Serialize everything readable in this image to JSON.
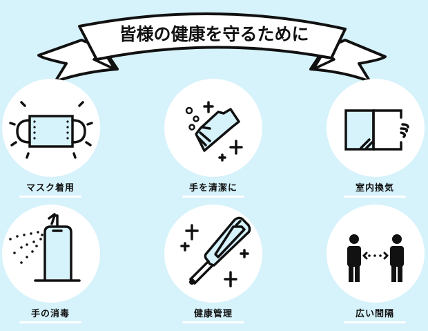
{
  "banner": {
    "title": "皆様の健康を守るために"
  },
  "colors": {
    "background": "#d6f2fb",
    "circle": "#ffffff",
    "stroke": "#111111",
    "accent_fill": "#d6f2fb"
  },
  "items": [
    {
      "label": "マスク着用",
      "icon": "face-mask-icon"
    },
    {
      "label": "手を清潔に",
      "icon": "hand-washing-icon"
    },
    {
      "label": "室内換気",
      "icon": "window-ventilation-icon"
    },
    {
      "label": "手の消毒",
      "icon": "sanitizer-spray-icon"
    },
    {
      "label": "健康管理",
      "icon": "thermometer-icon"
    },
    {
      "label": "広い間隔",
      "icon": "social-distance-icon"
    }
  ]
}
